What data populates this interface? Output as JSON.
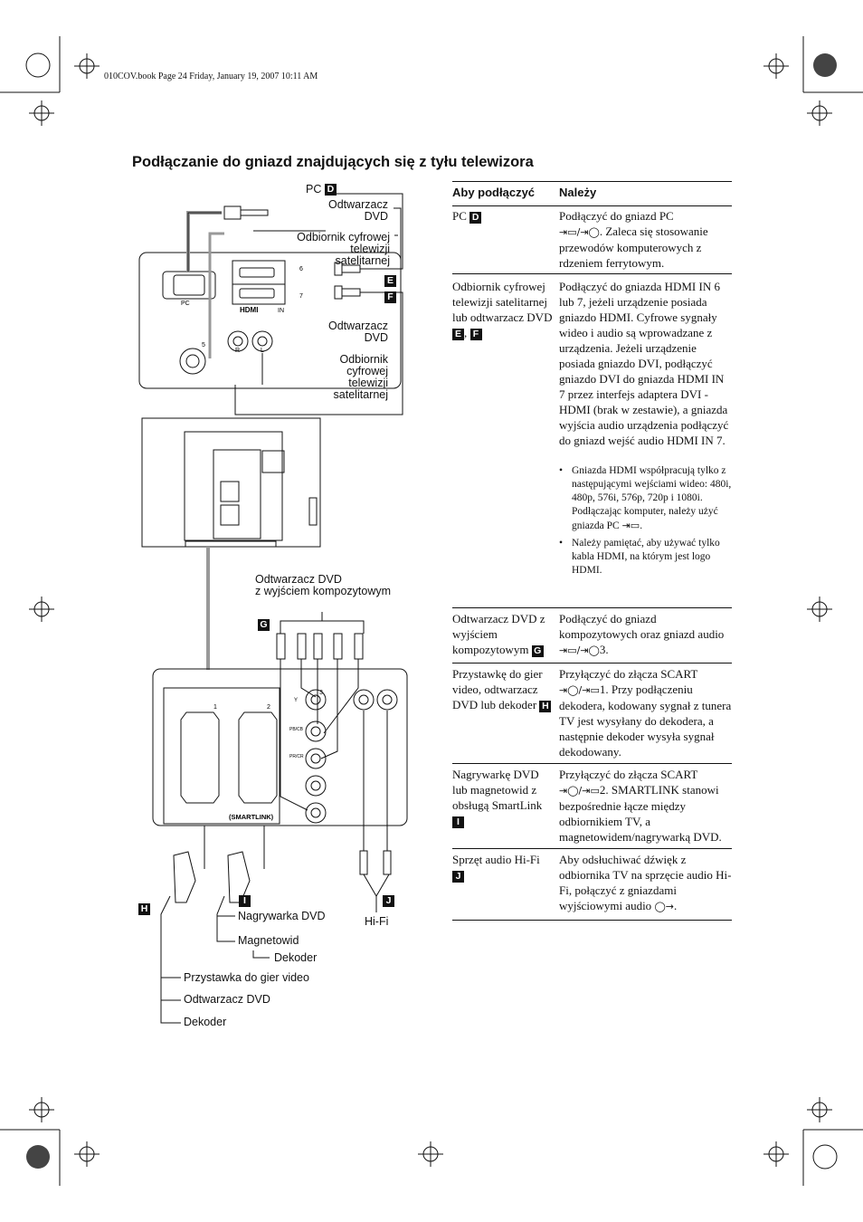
{
  "header": {
    "book_info": "010COV.book  Page 24  Friday, January 19, 2007  10:11 AM"
  },
  "title": "Podłączanie do gniazd znajdujących się z tyłu telewizora",
  "diagram": {
    "badges": {
      "D": "D",
      "E": "E",
      "F": "F",
      "G": "G",
      "H": "H",
      "I": "I",
      "J": "J"
    },
    "labels": {
      "pc": "PC",
      "dvd_top": "Odtwarzacz DVD",
      "dvd_top_l1": "Odtwarzacz",
      "dvd_top_l2": "DVD",
      "sat_l1": "Odbiornik cyfrowej",
      "sat_l2": "telewizji",
      "sat_l3": "satelitarnej",
      "dvd_mid_l1": "Odtwarzacz",
      "dvd_mid_l2": "DVD",
      "sat2_l1": "Odbiornik",
      "sat2_l2": "cyfrowej",
      "sat2_l3": "telewizji",
      "sat2_l4": "satelitarnej",
      "composite_l1": "Odtwarzacz DVD",
      "composite_l2": "z wyjściem kompozytowym",
      "rec_dvd": "Nagrywarka DVD",
      "vcr": "Magnetowid",
      "decoder_i": "Dekoder",
      "console": "Przystawka do gier video",
      "dvd_h": "Odtwarzacz DVD",
      "decoder_h": "Dekoder",
      "hifi": "Hi-Fi",
      "smartlink": "(SMARTLINK)",
      "hdmi": "HDMI",
      "hdmi_in": "IN",
      "pc_port": "PC",
      "port5": "5",
      "port6": "6",
      "port7": "7",
      "port1": "1",
      "port2": "2",
      "port3": "3",
      "r": "R",
      "l": "L",
      "y": "Y",
      "pb": "PB/CB",
      "pr": "PR/CR"
    }
  },
  "table": {
    "col1_header": "Aby podłączyć",
    "col2_header": "Należy",
    "rows": [
      {
        "c1": "PC",
        "c1_badge": "D",
        "c2_a": "Podłączyć do gniazd PC",
        "c2_b": ". Zaleca się stosowanie przewodów komputerowych z rdzeniem ferrytowym."
      },
      {
        "c1": "Odbiornik cyfrowej telewizji satelitarnej lub odtwarzacz DVD",
        "c1_badge": "E",
        "c1_badge2": "F",
        "c2": "Podłączyć do gniazda HDMI IN 6 lub 7, jeżeli urządzenie posiada gniazdo HDMI. Cyfrowe sygnały wideo i audio są wprowadzane z urządzenia. Jeżeli urządzenie posiada gniazdo DVI, podłączyć gniazdo DVI do gniazda HDMI IN 7 przez interfejs adaptera DVI - HDMI (brak w zestawie), a gniazda wyjścia audio urządzenia podłączyć do gniazd wejść audio HDMI IN 7.",
        "bullet1": "Gniazda HDMI współpracują tylko z następującymi wejściami wideo: 480i, 480p, 576i, 576p, 720p i 1080i. Podłączając komputer, należy użyć gniazda PC",
        "bullet2": "Należy pamiętać, aby używać tylko kabla HDMI, na którym jest logo HDMI."
      },
      {
        "c1": "Odtwarzacz DVD z wyjściem kompozytowym",
        "c1_badge": "G",
        "c2_a": "Podłączyć do gniazd kompozytowych oraz gniazd audio",
        "c2_b": "3."
      },
      {
        "c1": "Przystawkę do gier video, odtwarzacz DVD lub dekoder",
        "c1_badge": "H",
        "c2_a": "Przyłączyć do złącza SCART",
        "c2_b": "1. Przy podłączeniu dekodera, kodowany sygnał z tunera TV jest wysyłany do dekodera, a następnie dekoder wysyła sygnał dekodowany."
      },
      {
        "c1": "Nagrywarkę DVD lub magnetowid z obsługą SmartLink",
        "c1_badge": "I",
        "c2_a": "Przyłączyć do złącza SCART",
        "c2_b": "2. SMARTLINK stanowi bezpośrednie łącze między odbiornikiem TV, a magnetowidem/nagrywarką DVD."
      },
      {
        "c1": "Sprzęt audio Hi-Fi",
        "c1_badge": "J",
        "c2_a": "Aby odsłuchiwać dźwięk z odbiornika TV na sprzęcie audio Hi-Fi, połączyć z gniazdami wyjściowymi audio",
        "c2_b": "."
      }
    ]
  }
}
